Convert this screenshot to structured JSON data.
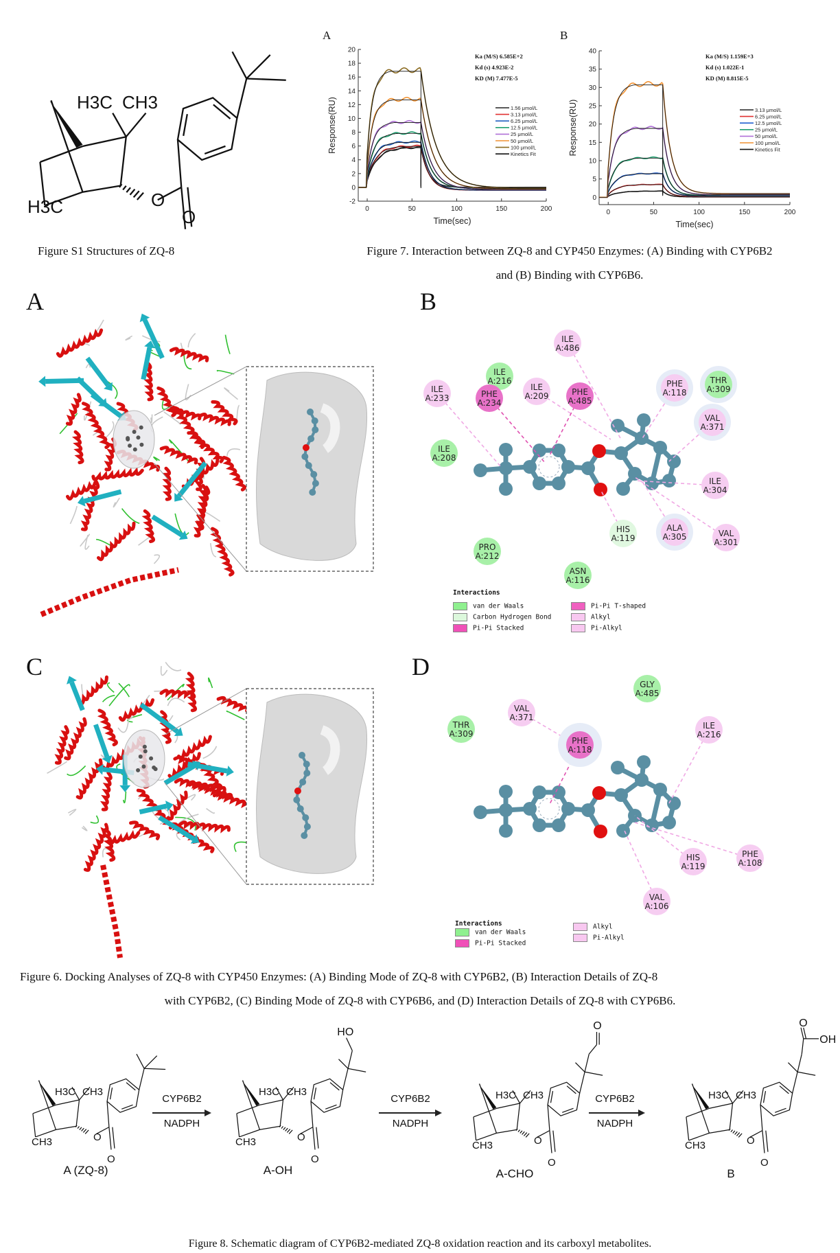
{
  "figure_s1": {
    "caption": "Figure S1 Structures of ZQ-8",
    "atom_labels": [
      "H3C",
      "CH3",
      "H3C",
      "O",
      "O"
    ]
  },
  "figure7": {
    "caption_line1": "Figure 7. Interaction between ZQ-8 and CYP450 Enzymes: (A) Binding with CYP6B2",
    "caption_line2": "and (B) Binding with CYP6B6."
  },
  "chart_data": [
    {
      "type": "line",
      "panel_label": "A",
      "xlabel": "Time(sec)",
      "ylabel": "Response(RU)",
      "xlim": [
        -10,
        200
      ],
      "ylim": [
        -2,
        20
      ],
      "xticks": [
        0,
        50,
        100,
        150,
        200
      ],
      "yticks": [
        -2,
        0,
        2,
        4,
        6,
        8,
        10,
        12,
        14,
        16,
        18,
        20
      ],
      "grid": false,
      "legend_position": "right",
      "kinetics": [
        {
          "label": "Ka (M/S)",
          "value": "6.585E+2"
        },
        {
          "label": "Kd (s)",
          "value": "4.923E-2"
        },
        {
          "label": "KD (M)",
          "value": "7.477E-5"
        }
      ],
      "injection_end_sec": 60,
      "series": [
        {
          "name": "1.56 μmol/L",
          "color": "#222222",
          "plateau": 5.8,
          "tail": 0.0
        },
        {
          "name": "3.13 μmol/L",
          "color": "#e03030",
          "plateau": 6.0,
          "tail": -0.4
        },
        {
          "name": "6.25 μmol/L",
          "color": "#2060c0",
          "plateau": 6.6,
          "tail": -0.4
        },
        {
          "name": "12.5 μmol/L",
          "color": "#20a070",
          "plateau": 7.9,
          "tail": -0.2
        },
        {
          "name": "25 μmol/L",
          "color": "#b070d8",
          "plateau": 9.5,
          "tail": -0.3
        },
        {
          "name": "50 μmol/L",
          "color": "#f09030",
          "plateau": 12.8,
          "tail": -0.2
        },
        {
          "name": "100 μmol/L",
          "color": "#8a6a20",
          "plateau": 17.0,
          "tail": -0.1
        }
      ],
      "fit_label": "Kinetics Fit",
      "fit_color": "#111111"
    },
    {
      "type": "line",
      "panel_label": "B",
      "xlabel": "Time(sec)",
      "ylabel": "Response(RU)",
      "xlim": [
        -10,
        200
      ],
      "ylim": [
        -2,
        40
      ],
      "xticks": [
        0,
        50,
        100,
        150,
        200
      ],
      "yticks": [
        0,
        5,
        10,
        15,
        20,
        25,
        30,
        35,
        40
      ],
      "grid": false,
      "legend_position": "right",
      "kinetics": [
        {
          "label": "Ka (M/S)",
          "value": "1.159E+3"
        },
        {
          "label": "Kd (s)",
          "value": "1.022E-1"
        },
        {
          "label": "KD (M)",
          "value": "8.815E-5"
        }
      ],
      "injection_end_sec": 60,
      "series": [
        {
          "name": "3.13 μmol/L",
          "color": "#222222",
          "plateau": 1.7,
          "tail": 0.1
        },
        {
          "name": "6.25 μmol/L",
          "color": "#e03030",
          "plateau": 3.5,
          "tail": 0.2
        },
        {
          "name": "12.5 μmol/L",
          "color": "#2060d0",
          "plateau": 6.5,
          "tail": 0.4
        },
        {
          "name": "25 μmol/L",
          "color": "#20a070",
          "plateau": 10.8,
          "tail": 0.5
        },
        {
          "name": "50 μmol/L",
          "color": "#b070d8",
          "plateau": 19.0,
          "tail": 0.7
        },
        {
          "name": "100 μmol/L",
          "color": "#f09030",
          "plateau": 31.0,
          "tail": 1.0
        }
      ],
      "fit_label": "Kinetics Fit",
      "fit_color": "#111111"
    }
  ],
  "figure6": {
    "labels": [
      "A",
      "B",
      "C",
      "D"
    ],
    "panel_b": {
      "residues": [
        {
          "name": "ILE",
          "id": "A:486",
          "type": "alkyl"
        },
        {
          "name": "ILE",
          "id": "A:216",
          "type": "vdw"
        },
        {
          "name": "ILE",
          "id": "A:233",
          "type": "alkyl"
        },
        {
          "name": "PHE",
          "id": "A:234",
          "type": "pipi"
        },
        {
          "name": "ILE",
          "id": "A:209",
          "type": "alkyl"
        },
        {
          "name": "PHE",
          "id": "A:485",
          "type": "pipi"
        },
        {
          "name": "PHE",
          "id": "A:118",
          "type": "alkyl"
        },
        {
          "name": "THR",
          "id": "A:309",
          "type": "vdw"
        },
        {
          "name": "VAL",
          "id": "A:371",
          "type": "alkyl"
        },
        {
          "name": "ILE",
          "id": "A:208",
          "type": "vdw"
        },
        {
          "name": "ILE",
          "id": "A:304",
          "type": "alkyl"
        },
        {
          "name": "HIS",
          "id": "A:119",
          "type": "chb"
        },
        {
          "name": "ALA",
          "id": "A:305",
          "type": "alkyl"
        },
        {
          "name": "VAL",
          "id": "A:301",
          "type": "alkyl"
        },
        {
          "name": "PRO",
          "id": "A:212",
          "type": "vdw"
        },
        {
          "name": "ASN",
          "id": "A:116",
          "type": "vdw"
        }
      ],
      "legend_title": "Interactions",
      "legend": [
        {
          "label": "van der Waals",
          "color": "#8ff08f"
        },
        {
          "label": "Carbon Hydrogen Bond",
          "color": "#dcf8dc"
        },
        {
          "label": "Pi-Pi Stacked",
          "color": "#f050b8"
        },
        {
          "label": "Pi-Pi T-shaped",
          "color": "#f060c0"
        },
        {
          "label": "Alkyl",
          "color": "#f8c8f0"
        },
        {
          "label": "Pi-Alkyl",
          "color": "#f8c8f0"
        }
      ]
    },
    "panel_d": {
      "residues": [
        {
          "name": "GLY",
          "id": "A:485",
          "type": "vdw"
        },
        {
          "name": "VAL",
          "id": "A:371",
          "type": "alkyl"
        },
        {
          "name": "THR",
          "id": "A:309",
          "type": "vdw"
        },
        {
          "name": "PHE",
          "id": "A:118",
          "type": "pipi"
        },
        {
          "name": "ILE",
          "id": "A:216",
          "type": "alkyl"
        },
        {
          "name": "HIS",
          "id": "A:119",
          "type": "alkyl"
        },
        {
          "name": "PHE",
          "id": "A:108",
          "type": "alkyl"
        },
        {
          "name": "VAL",
          "id": "A:106",
          "type": "alkyl"
        }
      ],
      "legend_title": "Interactions",
      "legend": [
        {
          "label": "van der Waals",
          "color": "#8ff08f"
        },
        {
          "label": "Pi-Pi Stacked",
          "color": "#f050b8"
        },
        {
          "label": "Alkyl",
          "color": "#f8c8f0"
        },
        {
          "label": "Pi-Alkyl",
          "color": "#f8c8f0"
        }
      ]
    },
    "caption_line1": "Figure 6. Docking Analyses of ZQ-8 with CYP450 Enzymes: (A) Binding Mode of ZQ-8 with CYP6B2, (B) Interaction Details of ZQ-8",
    "caption_line2": "with CYP6B2, (C) Binding Mode of ZQ-8 with CYP6B6, and (D) Interaction Details of ZQ-8 with CYP6B6."
  },
  "figure8": {
    "compounds": [
      "A (ZQ-8)",
      "A-OH",
      "A-CHO",
      "B"
    ],
    "arrows": [
      {
        "enzyme": "CYP6B2",
        "cofactor": "NADPH"
      },
      {
        "enzyme": "CYP6B2",
        "cofactor": "NADPH"
      },
      {
        "enzyme": "CYP6B2",
        "cofactor": "NADPH"
      }
    ],
    "group_labels": {
      "hydroxyl": "HO",
      "aldehyde_o": "O",
      "acid_o": "O",
      "acid_oh": "OH"
    },
    "caption": "Figure 8.  Schematic diagram of CYP6B2-mediated ZQ-8 oxidation reaction and its carboxyl metabolites."
  },
  "colors": {
    "helix": "#d81010",
    "sheet": "#20b0c0",
    "coil": "#30c030",
    "ligand": "#5a8fa3",
    "oxygen": "#e01010"
  }
}
